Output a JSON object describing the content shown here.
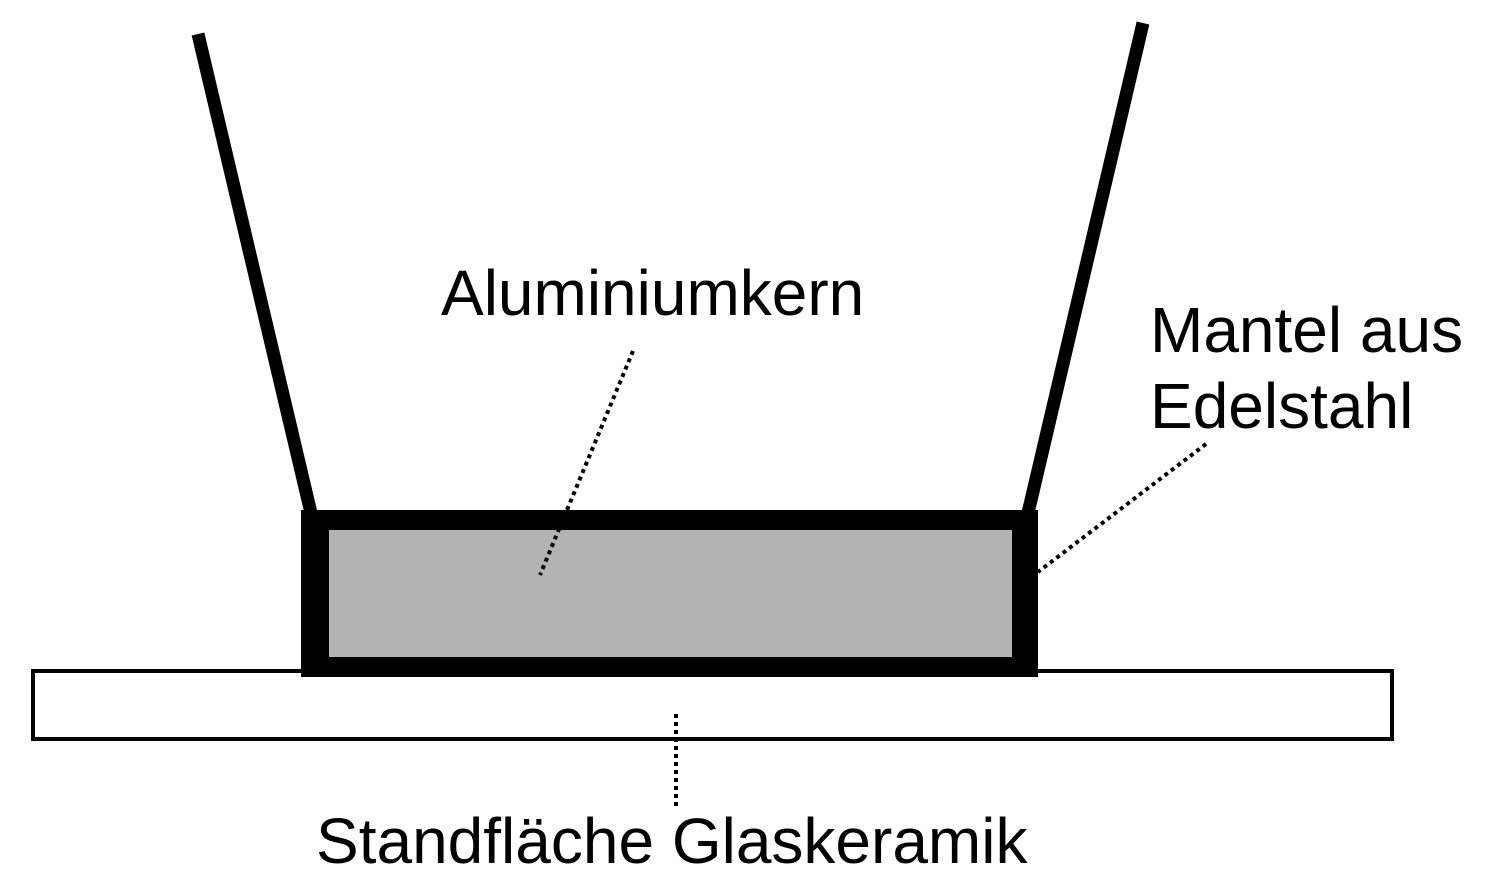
{
  "labels": {
    "core": "Aluminiumkern",
    "jacket_line1": "Mantel aus",
    "jacket_line2": "Edelstahl",
    "base": "Standfläche Glaskeramik"
  },
  "colors": {
    "background": "#ffffff",
    "outline": "#000000",
    "aluminium_core": "#b3b3b3",
    "hob_fill": "#ffffff"
  },
  "line_style": {
    "walls": "solid",
    "leaders": "dotted"
  }
}
